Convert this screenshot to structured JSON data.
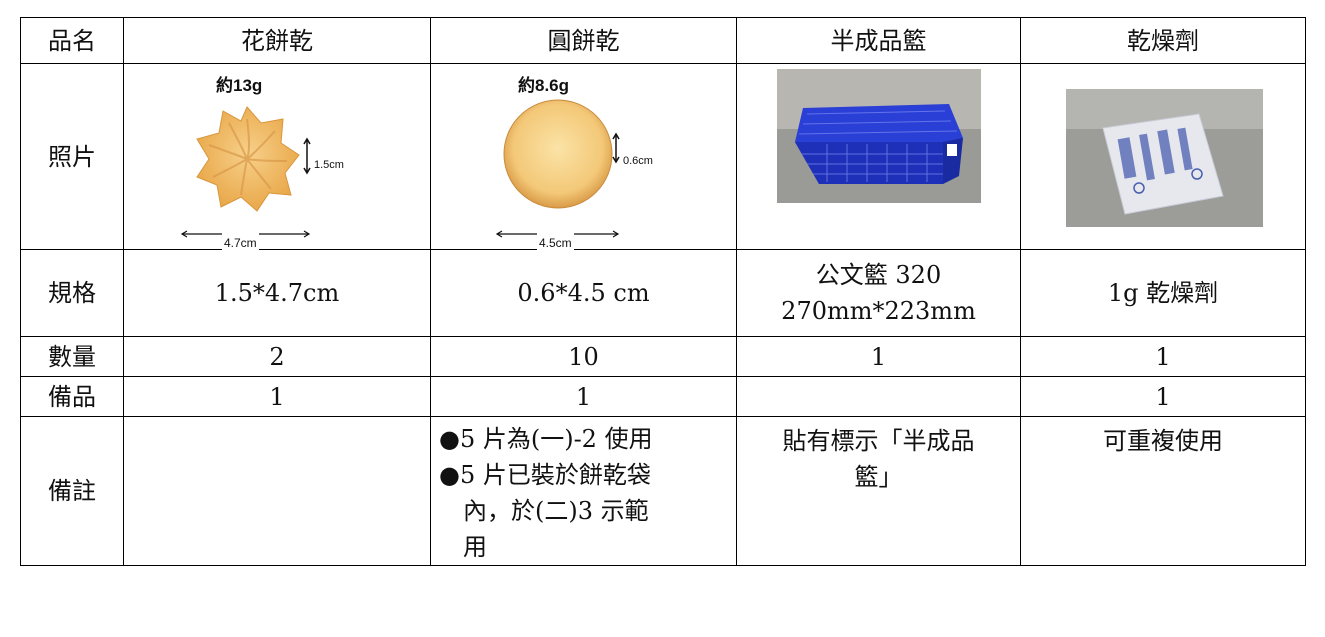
{
  "header": {
    "col_label": "品名",
    "items": [
      "花餅乾",
      "圓餅乾",
      "半成品籃",
      "乾燥劑"
    ]
  },
  "photo_row": {
    "label": "照片",
    "flower": {
      "weight": "約13g",
      "height_label": "1.5cm",
      "width_label": "4.7cm"
    },
    "round": {
      "weight": "約8.6g",
      "height_label": "0.6cm",
      "width_label": "4.5cm"
    }
  },
  "spec_row": {
    "label": "規格",
    "flower": "1.5*4.7cm",
    "round": "0.6*4.5 cm",
    "basket_line1": "公文籃 320",
    "basket_line2": "270mm*223mm",
    "desiccant": "1g 乾燥劑"
  },
  "qty_row": {
    "label": "數量",
    "values": [
      "2",
      "10",
      "1",
      "1"
    ]
  },
  "spare_row": {
    "label": "備品",
    "values": [
      "1",
      "1",
      "",
      "1"
    ]
  },
  "note_row": {
    "label": "備註",
    "round_lines": [
      "●5 片為(一)-2 使用",
      "●5 片已裝於餅乾袋",
      "　內，於(二)3 示範",
      "　用"
    ],
    "basket_lines": [
      "貼有標示「半成品",
      "籃」"
    ],
    "desiccant": "可重複使用"
  },
  "colors": {
    "border": "#000000",
    "cookie": "#f0b95f",
    "basket": "#2233cc"
  }
}
